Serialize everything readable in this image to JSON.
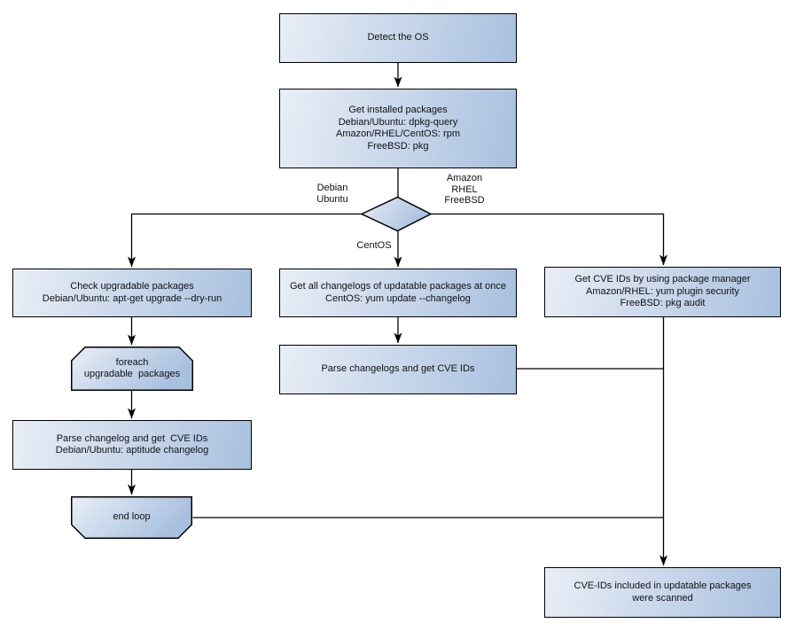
{
  "colors": {
    "node_fill_light": "#e9eef6",
    "node_fill_dark": "#a8c0df",
    "node_border": "#000000",
    "line": "#000000",
    "text": "#111111",
    "background": "#ffffff"
  },
  "nodes": {
    "detect_os": "Detect the OS",
    "get_installed_packages": "Get installed packages\nDebian/Ubuntu: dpkg-query\nAmazon/RHEL/CentOS: rpm\nFreeBSD: pkg",
    "check_upgradable": "Check upgradable packages\nDebian/Ubuntu: apt-get upgrade --dry-run",
    "foreach_loop": "foreach\nupgradable  packages",
    "parse_changelog_left": "Parse changelog and get  CVE IDs\nDebian/Ubuntu: aptitude changelog",
    "end_loop": "end loop",
    "get_all_changelogs": "Get all changelogs of updatable packages at once\nCentOS: yum update --changelog",
    "parse_changelogs_mid": "Parse changelogs and get CVE IDs",
    "get_cve_ids_pm": "Get CVE IDs by using package manager\nAmazon/RHEL: yum plugin security\nFreeBSD: pkg audit",
    "scanned": "CVE-IDs included in updatable packages\nwere scanned"
  },
  "edge_labels": {
    "debian_ubuntu": "Debian\nUbuntu",
    "amazon_rhel_freebsd": "Amazon\nRHEL\nFreeBSD",
    "centos": "CentOS"
  }
}
